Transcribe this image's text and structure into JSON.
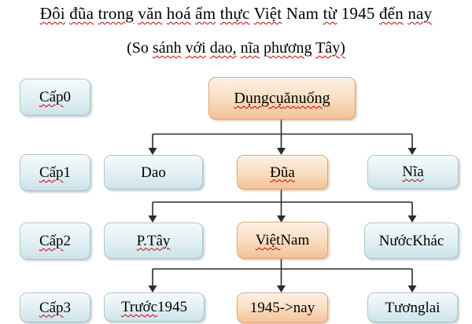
{
  "document": {
    "title": {
      "text": "Đôi đũa trong văn hoá ẩm thực Việt Nam từ 1945 đến nay",
      "segments": [
        {
          "text": "Đôi",
          "misspelled": true
        },
        {
          "text": "đũa",
          "misspelled": true
        },
        {
          "text": "trong",
          "misspelled": true
        },
        {
          "text": "văn",
          "misspelled": true
        },
        {
          "text": "hoá",
          "misspelled": true
        },
        {
          "text": "ẩm",
          "misspelled": true
        },
        {
          "text": "thực",
          "misspelled": true
        },
        {
          "text": "Việt",
          "misspelled": true
        },
        {
          "text": "Nam",
          "misspelled": false
        },
        {
          "text": "từ",
          "misspelled": true
        },
        {
          "text": "1945",
          "misspelled": false
        },
        {
          "text": "đến",
          "misspelled": true
        },
        {
          "text": "nay",
          "misspelled": true
        }
      ]
    },
    "subtitle": {
      "text": "(So sánh với dao, nĩa phương Tây)",
      "segments": [
        {
          "text": "(So",
          "misspelled": false
        },
        {
          "text": "sánh",
          "misspelled": true
        },
        {
          "text": "với",
          "misspelled": true
        },
        {
          "text": "dao,",
          "misspelled": true
        },
        {
          "text": "nĩa",
          "misspelled": true
        },
        {
          "text": "phương",
          "misspelled": true
        },
        {
          "text": "Tây)",
          "misspelled": true
        }
      ]
    }
  },
  "level_labels": [
    {
      "text": "Cấp 0",
      "segments": [
        {
          "text": "Cấp",
          "misspelled": true
        },
        {
          "text": "0",
          "misspelled": false
        }
      ]
    },
    {
      "text": "Cấp 1",
      "segments": [
        {
          "text": "Cấp",
          "misspelled": true
        },
        {
          "text": "1",
          "misspelled": false
        }
      ]
    },
    {
      "text": "Cấp 2",
      "segments": [
        {
          "text": "Cấp",
          "misspelled": true
        },
        {
          "text": "2",
          "misspelled": false
        }
      ]
    },
    {
      "text": "Cấp 3",
      "segments": [
        {
          "text": "Cấp",
          "misspelled": true
        },
        {
          "text": "3",
          "misspelled": false
        }
      ]
    }
  ],
  "tree": {
    "root": {
      "text": "Dụng cụ ăn uống",
      "variant": "orange",
      "segments": [
        {
          "text": "Dụng",
          "misspelled": true
        },
        {
          "text": "cụ",
          "misspelled": true
        },
        {
          "text": "ăn",
          "misspelled": true
        },
        {
          "text": "uống",
          "misspelled": true
        }
      ]
    },
    "level1": [
      {
        "text": "Dao",
        "variant": "blue",
        "segments": [
          {
            "text": "Dao",
            "misspelled": false
          }
        ]
      },
      {
        "text": "Đũa",
        "variant": "orange",
        "segments": [
          {
            "text": "Đũa",
            "misspelled": true
          }
        ]
      },
      {
        "text": "Nĩa",
        "variant": "blue",
        "segments": [
          {
            "text": "Nĩa",
            "misspelled": true
          }
        ]
      }
    ],
    "level2": [
      {
        "text": "P.Tây",
        "variant": "blue",
        "segments": [
          {
            "text": "P.Tây",
            "misspelled": true
          }
        ]
      },
      {
        "text": "Việt Nam",
        "variant": "orange",
        "segments": [
          {
            "text": "Việt",
            "misspelled": true
          },
          {
            "text": "Nam",
            "misspelled": false
          }
        ]
      },
      {
        "text": "Nước Khác",
        "variant": "blue",
        "segments": [
          {
            "text": "Nước",
            "misspelled": false
          },
          {
            "text": "Khác",
            "misspelled": false
          }
        ]
      }
    ],
    "level3": [
      {
        "text": "Trước 1945",
        "variant": "blue",
        "segments": [
          {
            "text": "Trước",
            "misspelled": true
          },
          {
            "text": "1945",
            "misspelled": false
          }
        ]
      },
      {
        "text": "1945->nay",
        "variant": "orange",
        "segments": [
          {
            "text": "1945->nay",
            "misspelled": false
          }
        ]
      },
      {
        "text": "Tương lai",
        "variant": "blue",
        "segments": [
          {
            "text": "Tương",
            "misspelled": false
          },
          {
            "text": "lai",
            "misspelled": false
          }
        ]
      }
    ]
  },
  "colors": {
    "background": "#ffffff",
    "text": "#000000",
    "line": "#2b2b2b",
    "squiggle": "#c00000",
    "blue_box_top": "#f3fafb",
    "blue_box_bottom": "#cde3e9",
    "blue_border": "#a9c5cd",
    "orange_box_top": "#fdf0e2",
    "orange_box_bottom": "#f3c198",
    "orange_border": "#dba470"
  }
}
